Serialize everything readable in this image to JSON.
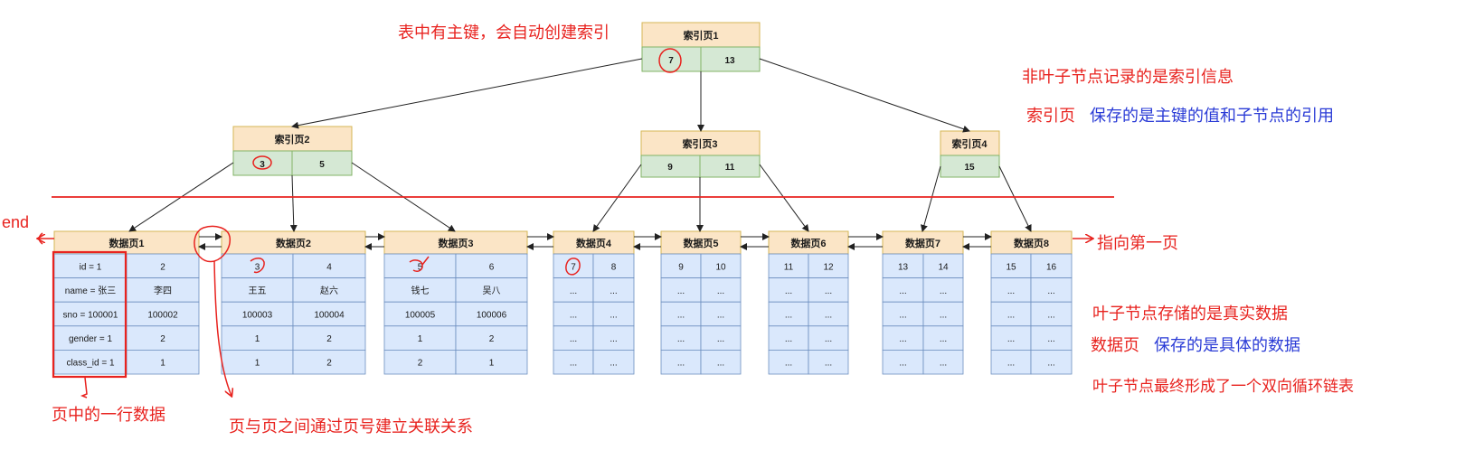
{
  "colors": {
    "header_fill": "#fbe5c6",
    "header_stroke": "#d6b656",
    "index_key_fill": "#d5e8d4",
    "index_key_stroke": "#82b366",
    "data_fill": "#dae8fc",
    "data_stroke": "#6c8ebf",
    "annotation_red": "#e8231f",
    "annotation_blue": "#2a3bd6",
    "arrow": "#222222"
  },
  "index_pages": [
    {
      "id": "idx1",
      "title": "索引页1",
      "keys": [
        "7",
        "13"
      ]
    },
    {
      "id": "idx2",
      "title": "索引页2",
      "keys": [
        "3",
        "5"
      ]
    },
    {
      "id": "idx3",
      "title": "索引页3",
      "keys": [
        "9",
        "11"
      ]
    },
    {
      "id": "idx4",
      "title": "索引页4",
      "keys": [
        "15"
      ]
    }
  ],
  "data_pages": [
    {
      "id": "dp1",
      "title": "数据页1",
      "rows": [
        [
          "id = 1",
          "2"
        ],
        [
          "name = 张三",
          "李四"
        ],
        [
          "sno = 100001",
          "100002"
        ],
        [
          "gender = 1",
          "2"
        ],
        [
          "class_id = 1",
          "1"
        ]
      ]
    },
    {
      "id": "dp2",
      "title": "数据页2",
      "rows": [
        [
          "3",
          "4"
        ],
        [
          "王五",
          "赵六"
        ],
        [
          "100003",
          "100004"
        ],
        [
          "1",
          "2"
        ],
        [
          "1",
          "2"
        ]
      ]
    },
    {
      "id": "dp3",
      "title": "数据页3",
      "rows": [
        [
          "5",
          "6"
        ],
        [
          "钱七",
          "吴八"
        ],
        [
          "100005",
          "100006"
        ],
        [
          "1",
          "2"
        ],
        [
          "2",
          "1"
        ]
      ]
    },
    {
      "id": "dp4",
      "title": "数据页4",
      "rows": [
        [
          "7",
          "8"
        ],
        [
          "...",
          "..."
        ],
        [
          "...",
          "..."
        ],
        [
          "...",
          "..."
        ],
        [
          "...",
          "..."
        ]
      ]
    },
    {
      "id": "dp5",
      "title": "数据页5",
      "rows": [
        [
          "9",
          "10"
        ],
        [
          "...",
          "..."
        ],
        [
          "...",
          "..."
        ],
        [
          "...",
          "..."
        ],
        [
          "...",
          "..."
        ]
      ]
    },
    {
      "id": "dp6",
      "title": "数据页6",
      "rows": [
        [
          "11",
          "12"
        ],
        [
          "...",
          "..."
        ],
        [
          "...",
          "..."
        ],
        [
          "...",
          "..."
        ],
        [
          "...",
          "..."
        ]
      ]
    },
    {
      "id": "dp7",
      "title": "数据页7",
      "rows": [
        [
          "13",
          "14"
        ],
        [
          "...",
          "..."
        ],
        [
          "...",
          "..."
        ],
        [
          "...",
          "..."
        ],
        [
          "...",
          "..."
        ]
      ]
    },
    {
      "id": "dp8",
      "title": "数据页8",
      "rows": [
        [
          "15",
          "16"
        ],
        [
          "...",
          "..."
        ],
        [
          "...",
          "..."
        ],
        [
          "...",
          "..."
        ],
        [
          "...",
          "..."
        ]
      ]
    }
  ],
  "annotations": {
    "primary_key_note": "表中有主键，会自动创建索引",
    "nonleaf_note": "非叶子节点记录的是索引信息",
    "index_page_label": "索引页",
    "index_page_desc": "保存的是主键的值和子节点的引用",
    "end_label": "end",
    "first_page_label": "指向第一页",
    "leaf_note": "叶子节点存储的是真实数据",
    "data_page_label": "数据页",
    "data_page_desc": "保存的是具体的数据",
    "circular_note": "叶子节点最终形成了一个双向循环链表",
    "row_note": "页中的一行数据",
    "link_note": "页与页之间通过页号建立关联关系"
  }
}
